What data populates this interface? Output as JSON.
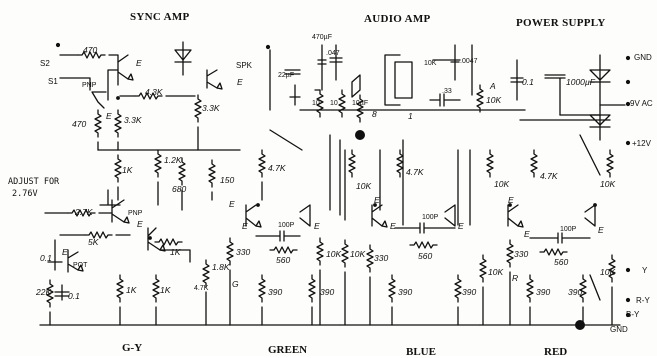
{
  "titles": {
    "sync": "SYNC AMP",
    "audio": "AUDIO AMP",
    "power": "POWER SUPPLY"
  },
  "bottom": {
    "gy": "G-Y",
    "green": "GREEN",
    "blue": "BLUE",
    "red": "RED"
  },
  "terminals": {
    "s2": "S2",
    "s1": "S1",
    "spk": "SPK",
    "gnd_top": "GND",
    "v9ac": "9V AC",
    "v12": "+12V",
    "y": "Y",
    "ry": "R-Y",
    "by": "B-Y",
    "gnd_bottom": "GND"
  },
  "notes": {
    "adjust_1": "ADJUST  FOR",
    "adjust_2": "2.76V",
    "pnp1": "PNP",
    "pnp2": "PNP",
    "pot": "POT",
    "e_pnp": "E"
  },
  "components": {
    "r_470_top": "470",
    "r_43k": "4.3K",
    "r_470_left": "470",
    "r_33k_a": "3.3K",
    "r_33k_b": "3.3K",
    "c_22uf": "22µF",
    "c_047": ".047",
    "c_470uf": "470µF",
    "r_10_a": "10",
    "r_10_b": "10",
    "c_10uf_a": "10µF",
    "r_10k_audio": "10K",
    "c_33": ".33",
    "pin_8": "8",
    "pin_1": "1",
    "c_0047": ".0047",
    "c_01_ps": "0.1",
    "c_1000": "1000µF",
    "r_1k_a": "1K",
    "r_12k": "1.2K",
    "r_680": "680",
    "r_150": "150",
    "r_47k_g": "4.7K",
    "r_27k": "2.7K",
    "r_5k": "5K",
    "r_1k_b": "1K",
    "r_1k_c": "1K",
    "r_1k_d": "1K",
    "r_18k": "1.8K",
    "r_47k_s": "4.7K",
    "r_22k": "22K",
    "c_01_a": "0.1",
    "c_01_b": "0.1",
    "r_330_g": "330",
    "r_560_g": "560",
    "c_100p_g": "100P",
    "r_10k_g": "10K",
    "r_390_g1": "390",
    "r_390_g2": "390",
    "r_10k_b1": "10K",
    "r_47k_b": "4.7K",
    "c_100p_b": "100P",
    "r_560_b": "560",
    "r_10k_b2": "10K",
    "r_330_b": "330",
    "r_390_b1": "390",
    "r_390_b2": "390",
    "r_10k_r1": "10K",
    "r_47k_r": "4.7K",
    "c_100p_r": "100P",
    "r_560_r": "560",
    "r_10k_r2": "10K",
    "r_330_r": "330",
    "r_390_r1": "390",
    "r_390_r2": "390",
    "r_10k_r3": "10K",
    "r_10k_out": "10K",
    "g_label": "G",
    "r_label": "R",
    "a_label": "A",
    "e_labels": "E"
  }
}
